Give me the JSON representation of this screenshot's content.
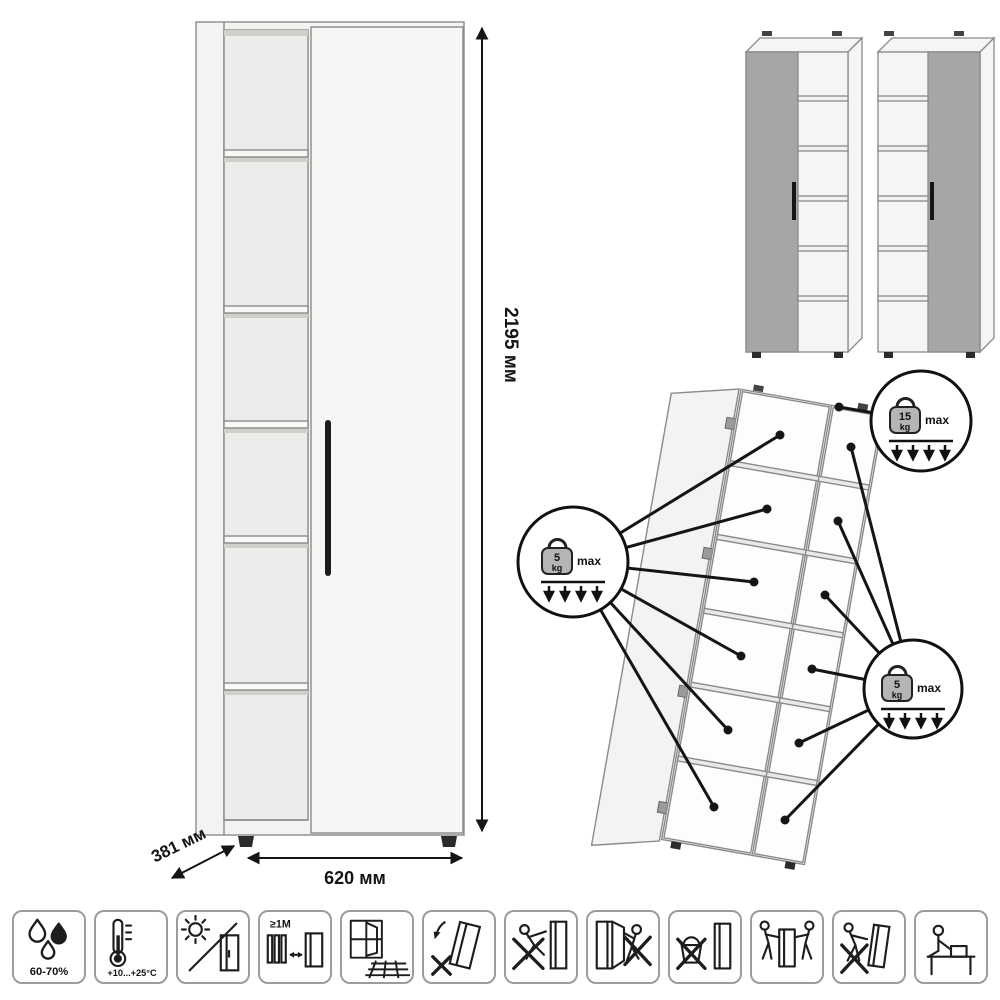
{
  "main_view": {
    "height_label": "2195 мм",
    "width_label": "620 мм",
    "depth_label": "381 мм"
  },
  "load_callouts": {
    "top_shelf": {
      "value": "15",
      "unit": "kg",
      "max_label": "max"
    },
    "left_shelves": {
      "value": "5",
      "unit": "kg",
      "max_label": "max"
    },
    "right_shelves": {
      "value": "5",
      "unit": "kg",
      "max_label": "max"
    }
  },
  "care_icons": [
    {
      "id": "humidity",
      "label": "60-70%"
    },
    {
      "id": "temperature-range",
      "label": "+10...+25°C"
    },
    {
      "id": "no-direct-sunlight",
      "label": ""
    },
    {
      "id": "heat-source-distance",
      "label": "≥1M"
    },
    {
      "id": "window-level-floor",
      "label": ""
    },
    {
      "id": "no-tilt",
      "label": ""
    },
    {
      "id": "no-climb",
      "label": ""
    },
    {
      "id": "no-lean-on-door",
      "label": ""
    },
    {
      "id": "no-wet-cleaning",
      "label": ""
    },
    {
      "id": "carry-two-person",
      "label": ""
    },
    {
      "id": "no-push-alone",
      "label": ""
    },
    {
      "id": "assemble-on-support",
      "label": ""
    }
  ],
  "colors": {
    "ink": "#151515",
    "furniture_outline": "#8a8a8a",
    "furniture_fill": "#f3f3f1",
    "mirror_door": "#a6a6a6",
    "weight_fill": "#b5b5b5"
  }
}
